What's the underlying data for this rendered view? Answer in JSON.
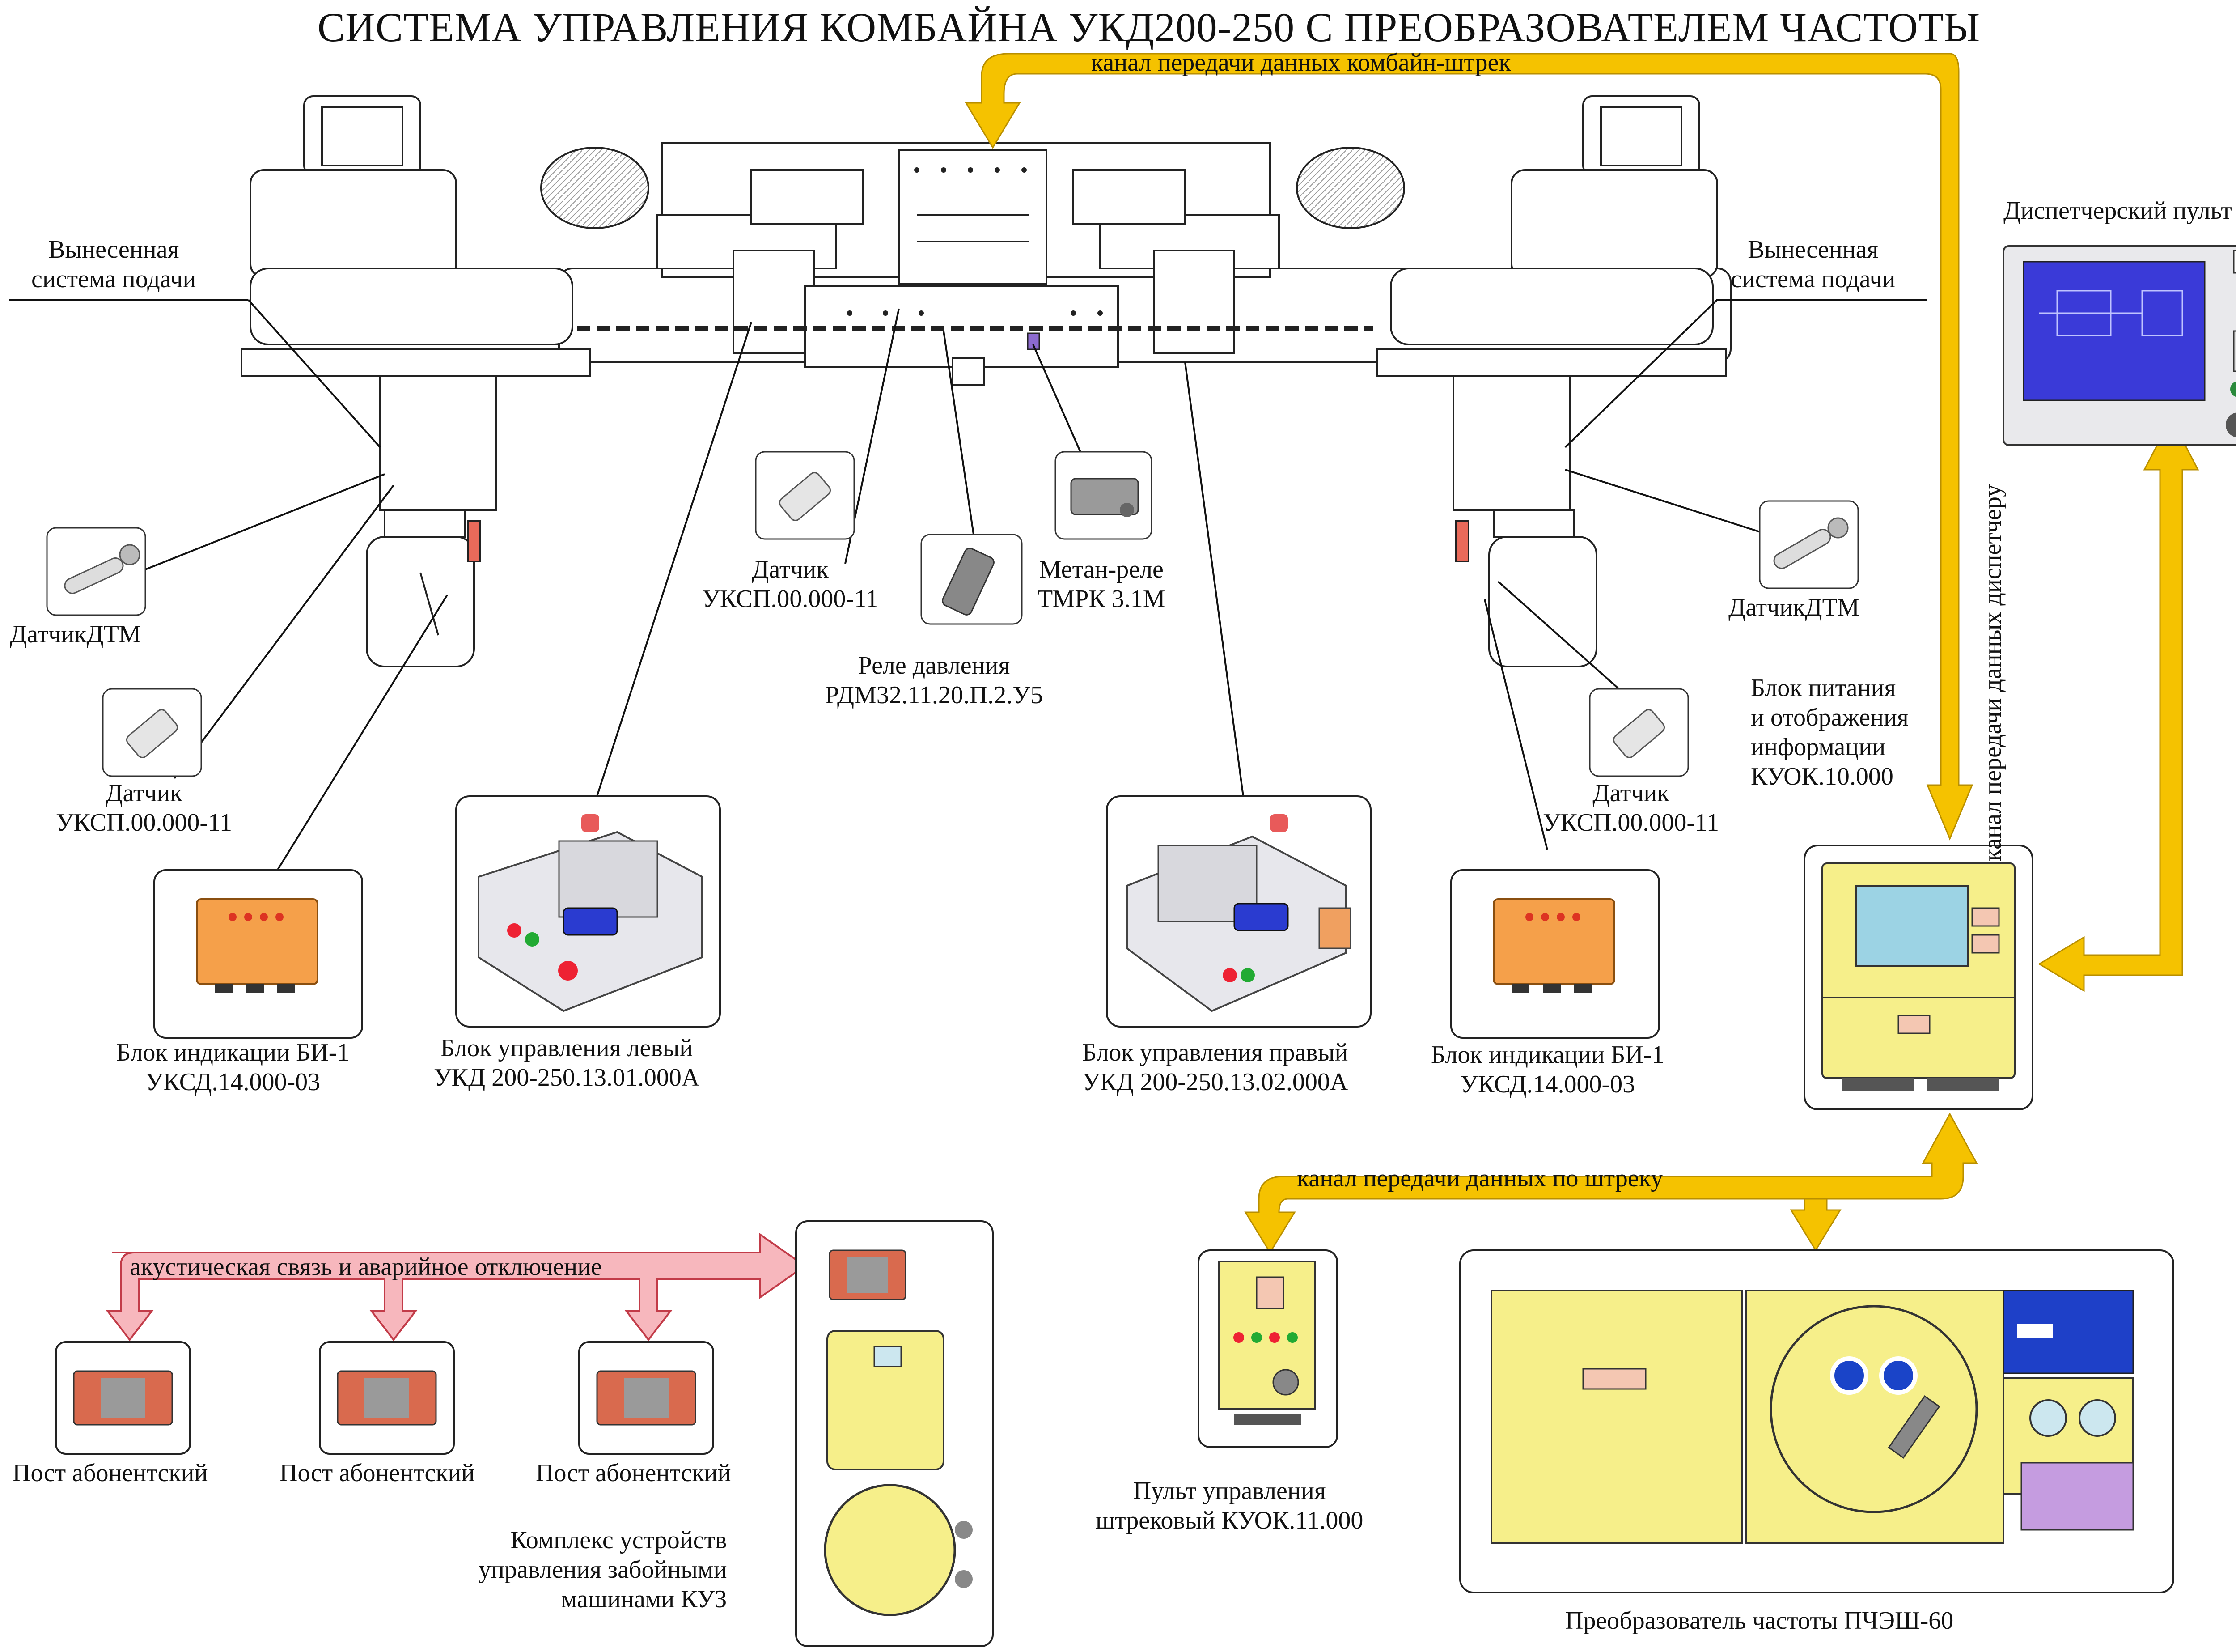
{
  "title": "СИСТЕМА УПРАВЛЕНИЯ КОМБАЙНА УКД200-250 С ПРЕОБРАЗОВАТЕЛЕМ ЧАСТОТЫ",
  "channels": {
    "combine_drift": "канал передачи данных комбайн-штрек",
    "to_dispatcher": "канал передачи данных диспетчеру",
    "along_drift": "канал передачи данных по штреку",
    "acoustic": "акустическая связь и аварийное отключение"
  },
  "labels": {
    "feed_left": "Вынесенная\nсистема подачи",
    "feed_right": "Вынесенная\nсистема подачи",
    "dtm_left": "ДатчикДТМ",
    "dtm_right": "ДатчикДТМ",
    "sensor_left": "Датчик\nУКСП.00.000-11",
    "sensor_center": "Датчик\nУКСП.00.000-11",
    "sensor_right": "Датчик\nУКСП.00.000-11",
    "methane_relay": "Метан-реле\nТМРК 3.1М",
    "pressure_relay": "Реле давления\nРДМ32.11.20.П.2.У5",
    "indication_left": "Блок индикации БИ-1\nУКСД.14.000-03",
    "indication_right": "Блок индикации БИ-1\nУКСД.14.000-03",
    "control_left": "Блок управления левый\nУКД 200-250.13.01.000А",
    "control_right": "Блок управления правый\nУКД 200-250.13.02.000А",
    "power_unit": "Блок питания\nи отображения\nинформации\nКУОК.10.000",
    "dispatcher": "Диспетчерский пульт",
    "drift_panel": "Пульт управления\nштрековый КУОК.11.000",
    "converter": "Преобразователь частоты ПЧЭШ-60",
    "subscriber_1": "Пост абонентский",
    "subscriber_2": "Пост абонентский",
    "subscriber_3": "Пост абонентский",
    "kuz": "Комплекс устройств\nуправления забойными\nмашинами КУЗ"
  },
  "colors": {
    "data_arrow": "#f5c200",
    "acoustic_arrow": "#f7b7bd",
    "equipment_yellow": "#f6ef8a",
    "indication_orange": "#f5a04a",
    "screen_blue": "#3a3ad8"
  }
}
